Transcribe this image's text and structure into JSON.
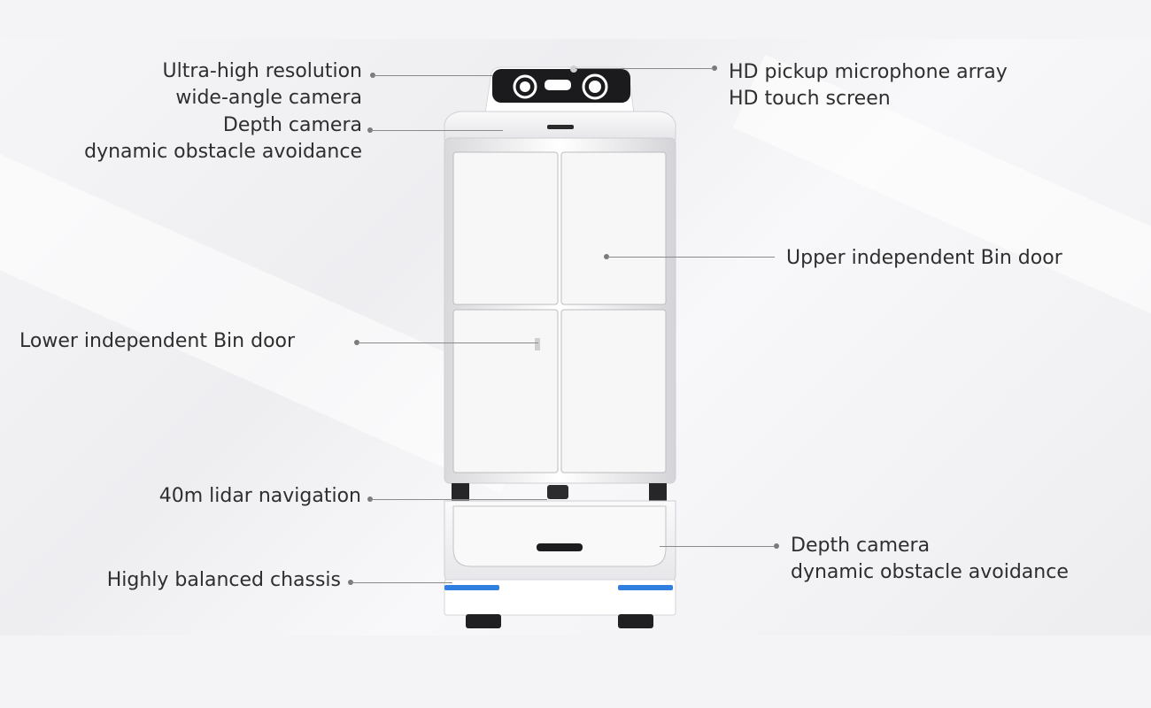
{
  "callouts": {
    "camera_line1": "Ultra-high resolution",
    "camera_line2": "wide-angle camera",
    "depth_top_line1": "Depth camera",
    "depth_top_line2": "dynamic obstacle avoidance",
    "mic_line1": "HD pickup microphone array",
    "mic_line2": "HD touch screen",
    "upper_bin": "Upper independent Bin door",
    "lower_bin": "Lower independent Bin door",
    "lidar": "40m lidar navigation",
    "depth_bottom_line1": "Depth camera",
    "depth_bottom_line2": "dynamic obstacle avoidance",
    "chassis": "Highly balanced chassis"
  },
  "colors": {
    "text": "#2e2e2e",
    "accent_light": "#2f7fe0",
    "body": "#ffffff"
  }
}
